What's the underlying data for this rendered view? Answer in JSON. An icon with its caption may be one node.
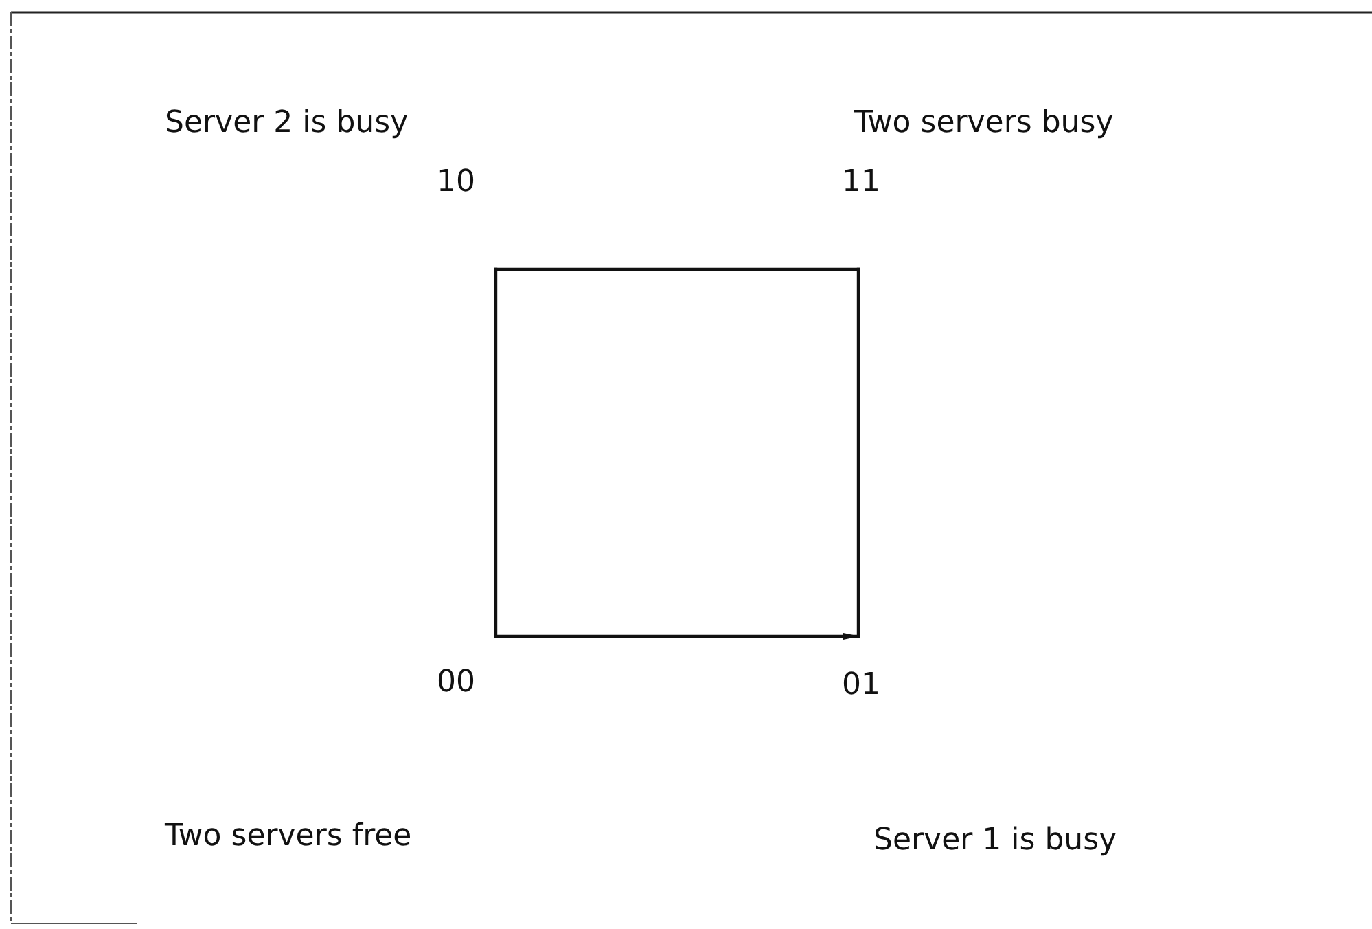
{
  "diagram": {
    "nodes": [
      {
        "text": [
          "10"
        ]
      },
      {
        "text": [
          "11"
        ]
      },
      {
        "text": [
          "00"
        ]
      },
      {
        "text": [
          "01"
        ]
      }
    ],
    "edges": [
      {
        "from": 2,
        "to": 3,
        "arrow": "to"
      },
      {
        "from": 2,
        "to": 0,
        "arrow": "none"
      },
      {
        "from": 0,
        "to": 1,
        "arrow": "none"
      },
      {
        "from": 1,
        "to": 3,
        "arrow": "none"
      }
    ],
    "labels": [
      "Server 2 is busy",
      "Two servers busy",
      "Two servers free",
      "Server 1 is busy"
    ]
  }
}
